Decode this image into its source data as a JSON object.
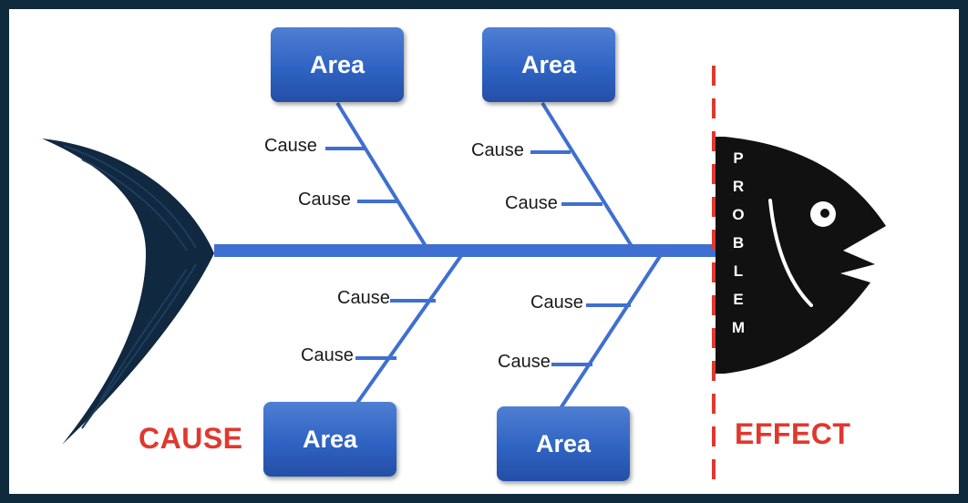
{
  "diagram": {
    "areas": {
      "top_left": "Area",
      "top_right": "Area",
      "bottom_left": "Area",
      "bottom_right": "Area"
    },
    "causes": {
      "tl_1": "Cause",
      "tl_2": "Cause",
      "tr_1": "Cause",
      "tr_2": "Cause",
      "bl_1": "Cause",
      "bl_2": "Cause",
      "br_1": "Cause",
      "br_2": "Cause"
    },
    "left_label": "CAUSE",
    "right_label": "EFFECT",
    "problem_letters": [
      "P",
      "R",
      "O",
      "B",
      "L",
      "E",
      "M"
    ]
  },
  "colors": {
    "spine": "#3f6fd0",
    "area_box": "#2f63c3",
    "tail": "#102840",
    "head": "#111111",
    "label_red": "#e0382e",
    "frame": "#0f2a3c"
  }
}
